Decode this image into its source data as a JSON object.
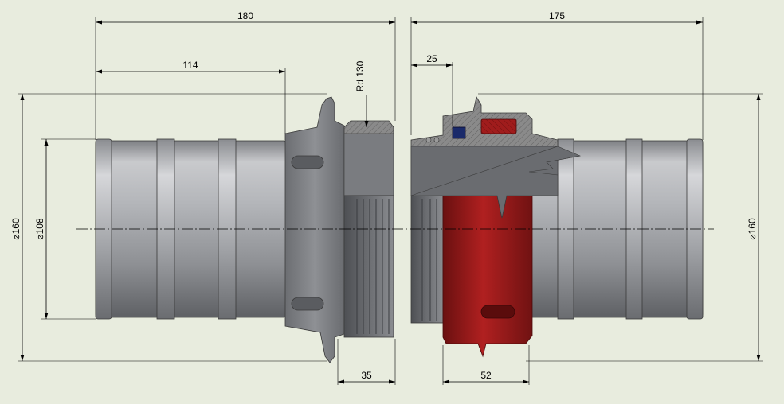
{
  "dimensions": {
    "left_length": "180",
    "left_hose_length": "114",
    "thread": "Rd 130",
    "left_outer_dia": "⌀160",
    "hose_dia": "⌀108",
    "left_thread_length": "35",
    "right_length": "175",
    "right_offset": "25",
    "right_outer_dia": "⌀160",
    "right_nut_width": "52"
  },
  "colors": {
    "background": "#e8ecde",
    "steel": "#9a9ca0",
    "red_nut": "#9c1c1c",
    "section": "#7a7a7a",
    "seal": "#1a2a6a"
  }
}
